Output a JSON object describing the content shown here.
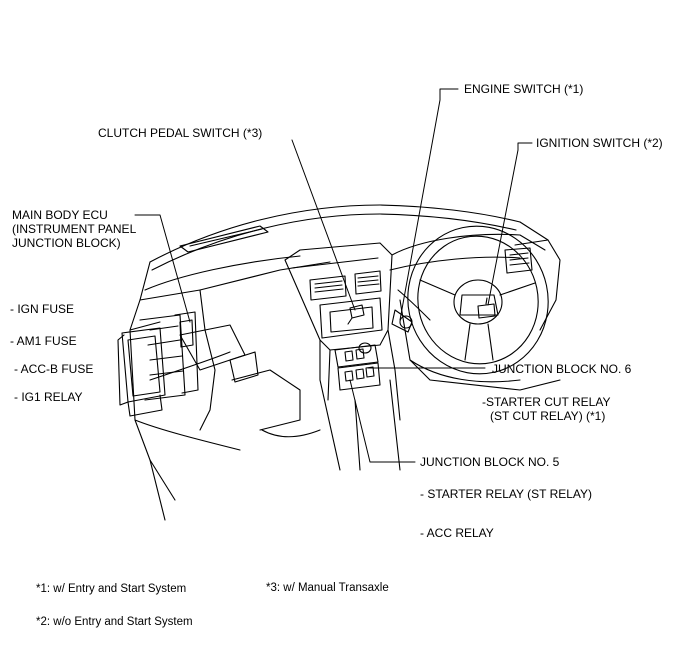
{
  "labels": {
    "engine_switch": "ENGINE SWITCH  (*1)",
    "clutch_pedal_switch": "CLUTCH PEDAL SWITCH (*3)",
    "ignition_switch": "IGNITION SWITCH (*2)",
    "main_body_ecu_1": "MAIN BODY ECU",
    "main_body_ecu_2": "(INSTRUMENT PANEL",
    "main_body_ecu_3": "JUNCTION BLOCK)",
    "ign_fuse": "- IGN FUSE",
    "am1_fuse": "- AM1 FUSE",
    "accb_fuse": "- ACC-B FUSE",
    "ig1_relay": "- IG1 RELAY",
    "junction_block_6": "JUNCTION BLOCK NO. 6",
    "starter_cut_relay_1": "-STARTER CUT RELAY",
    "starter_cut_relay_2": "(ST CUT RELAY) (*1)",
    "junction_block_5": "JUNCTION BLOCK NO. 5",
    "starter_relay": "- STARTER RELAY (ST RELAY)",
    "acc_relay": "- ACC RELAY"
  },
  "notes": {
    "note1": "*1: w/ Entry and Start System",
    "note2": "*2: w/o Entry and Start System",
    "note3": "*3: w/ Manual Transaxle"
  }
}
